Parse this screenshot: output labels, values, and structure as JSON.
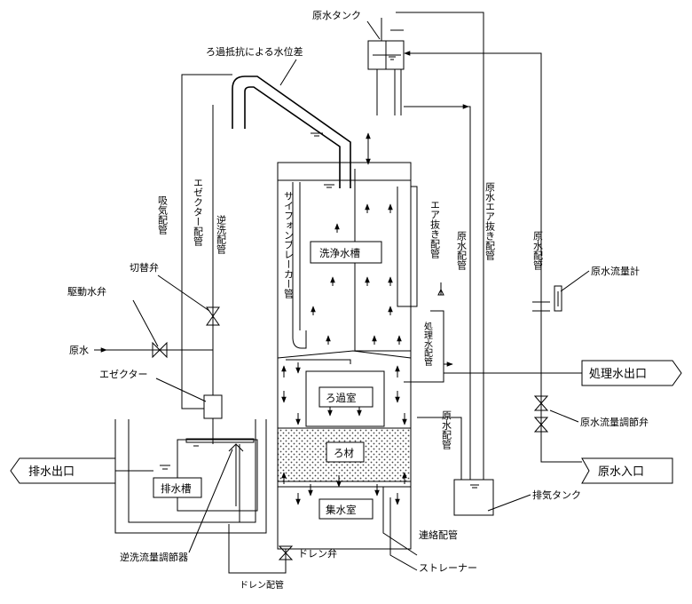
{
  "labels": {
    "raw_tank": "原水タンク",
    "filtration_head": "ろ過抵抗による水位差",
    "intake_pipe": "吸気配管",
    "ejector_pipe": "エゼクター配管",
    "backwash_pipe": "逆洗配管",
    "switch_valve": "切替弁",
    "drive_valve": "駆動水弁",
    "raw_water": "原水",
    "ejector": "エゼクター",
    "drain_outlet": "排水出口",
    "drain_tank": "排水槽",
    "backwash_regulator": "逆洗流量調節器",
    "drain_pipe": "ドレン配管",
    "drain_valve": "ドレン弁",
    "siphon_breaker": "サイフォンブレーカー管",
    "wash_tank": "洗浄水槽",
    "filtration_chamber": "ろ過室",
    "filter_media": "ろ材",
    "collection_chamber": "集水室",
    "connecting_pipe": "連絡配管",
    "strainer": "ストレーナー",
    "air_vent_pipe": "エア抜き配管",
    "treated_pipe": "処理水配管",
    "raw_pipe_1": "原水配管",
    "raw_pipe_2": "原水配管",
    "raw_air_vent_pipe": "原水エア抜き配管",
    "raw_pipe_3": "原水配管",
    "flow_meter": "原水流量計",
    "treated_outlet": "処理水出口",
    "flow_control_valve": "原水流量調節弁",
    "raw_inlet": "原水入口",
    "exhaust_tank": "排気タンク"
  }
}
